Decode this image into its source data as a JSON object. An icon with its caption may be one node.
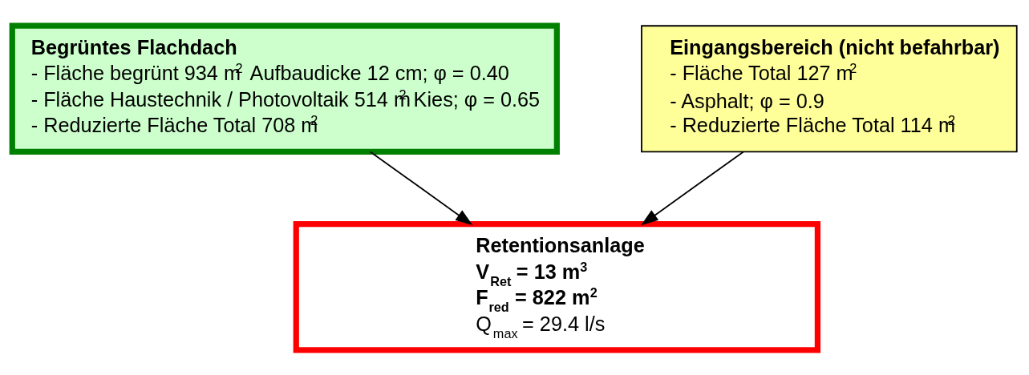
{
  "diagram": {
    "nodes": [
      {
        "text": [
          "Begrüntes Flachdach",
          "- Fläche begrünt 934 m$^{2}$ Aufbaudicke 12 cm; φ = 0.40",
          "- Fläche Haustechnik / Photovoltaik 514 m$^{2}$ Kies; φ = 0.65",
          "- Reduzierte Fläche Total 708 m$^{2}$"
        ]
      },
      {
        "text": [
          "Eingangsbereich (nicht befahrbar)",
          "- Fläche Total 127 m$^{2}$",
          "- Asphalt; φ = 0.9",
          "- Reduzierte Fläche Total 114 m$^{2}$"
        ]
      },
      {
        "text": [
          "Retentionsanlage",
          "V$_{Ret}$ = 13 m$^{3}$",
          "F$_{red}$ = 822 m$^{2}$",
          "Q$_{max}$ = 29.4 l/s"
        ]
      }
    ],
    "edges": [
      {
        "from": 0,
        "to": 2,
        "arrow": "to"
      },
      {
        "from": 1,
        "to": 2,
        "arrow": "to"
      }
    ]
  }
}
